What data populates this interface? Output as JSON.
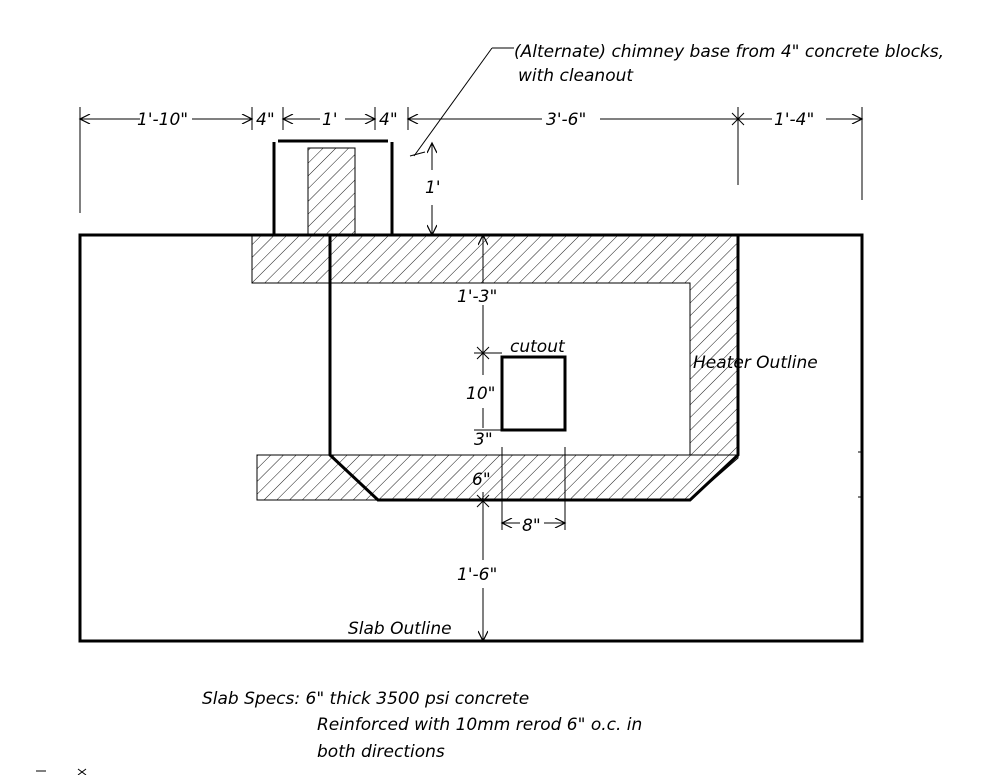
{
  "callout": {
    "line1": "(Alternate) chimney base from 4\" concrete blocks,",
    "line2": "with cleanout"
  },
  "dimensions": {
    "left_offset": "1'-10\"",
    "block_wall_left": "4\"",
    "flue_width": "1'",
    "block_wall_right": "4\"",
    "right_span": "3'-6\"",
    "right_offset": "1'-4\"",
    "chimney_depth": "1'",
    "heater_to_cutout": "1'-3\"",
    "cutout_height": "10\"",
    "cutout_to_hatch": "3\"",
    "hatch_thickness": "6\"",
    "cutout_width": "8\"",
    "bottom_clearance": "1'-6\""
  },
  "labels": {
    "cutout": "cutout",
    "heater_outline": "Heater Outline",
    "slab_outline": "Slab Outline"
  },
  "specs": {
    "line1": "Slab Specs: 6\" thick 3500 psi concrete",
    "line2": "Reinforced with 10mm rerod 6\" o.c. in",
    "line3": "both directions"
  },
  "colors": {
    "line": "#000000",
    "background": "#ffffff"
  }
}
